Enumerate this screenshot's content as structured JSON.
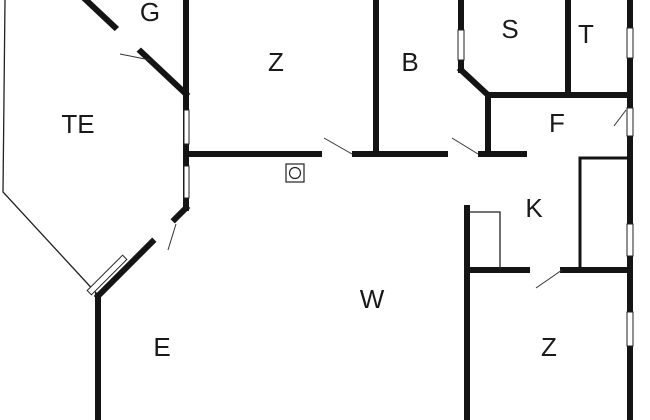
{
  "rooms": {
    "g": "G",
    "te": "TE",
    "z_top": "Z",
    "b": "B",
    "s": "S",
    "t": "T",
    "f": "F",
    "k": "K",
    "w": "W",
    "e": "E",
    "z_bottom": "Z"
  },
  "colors": {
    "wall": "#141414",
    "background": "#ffffff"
  },
  "icons": {
    "fixture": "circle-in-square-icon"
  }
}
